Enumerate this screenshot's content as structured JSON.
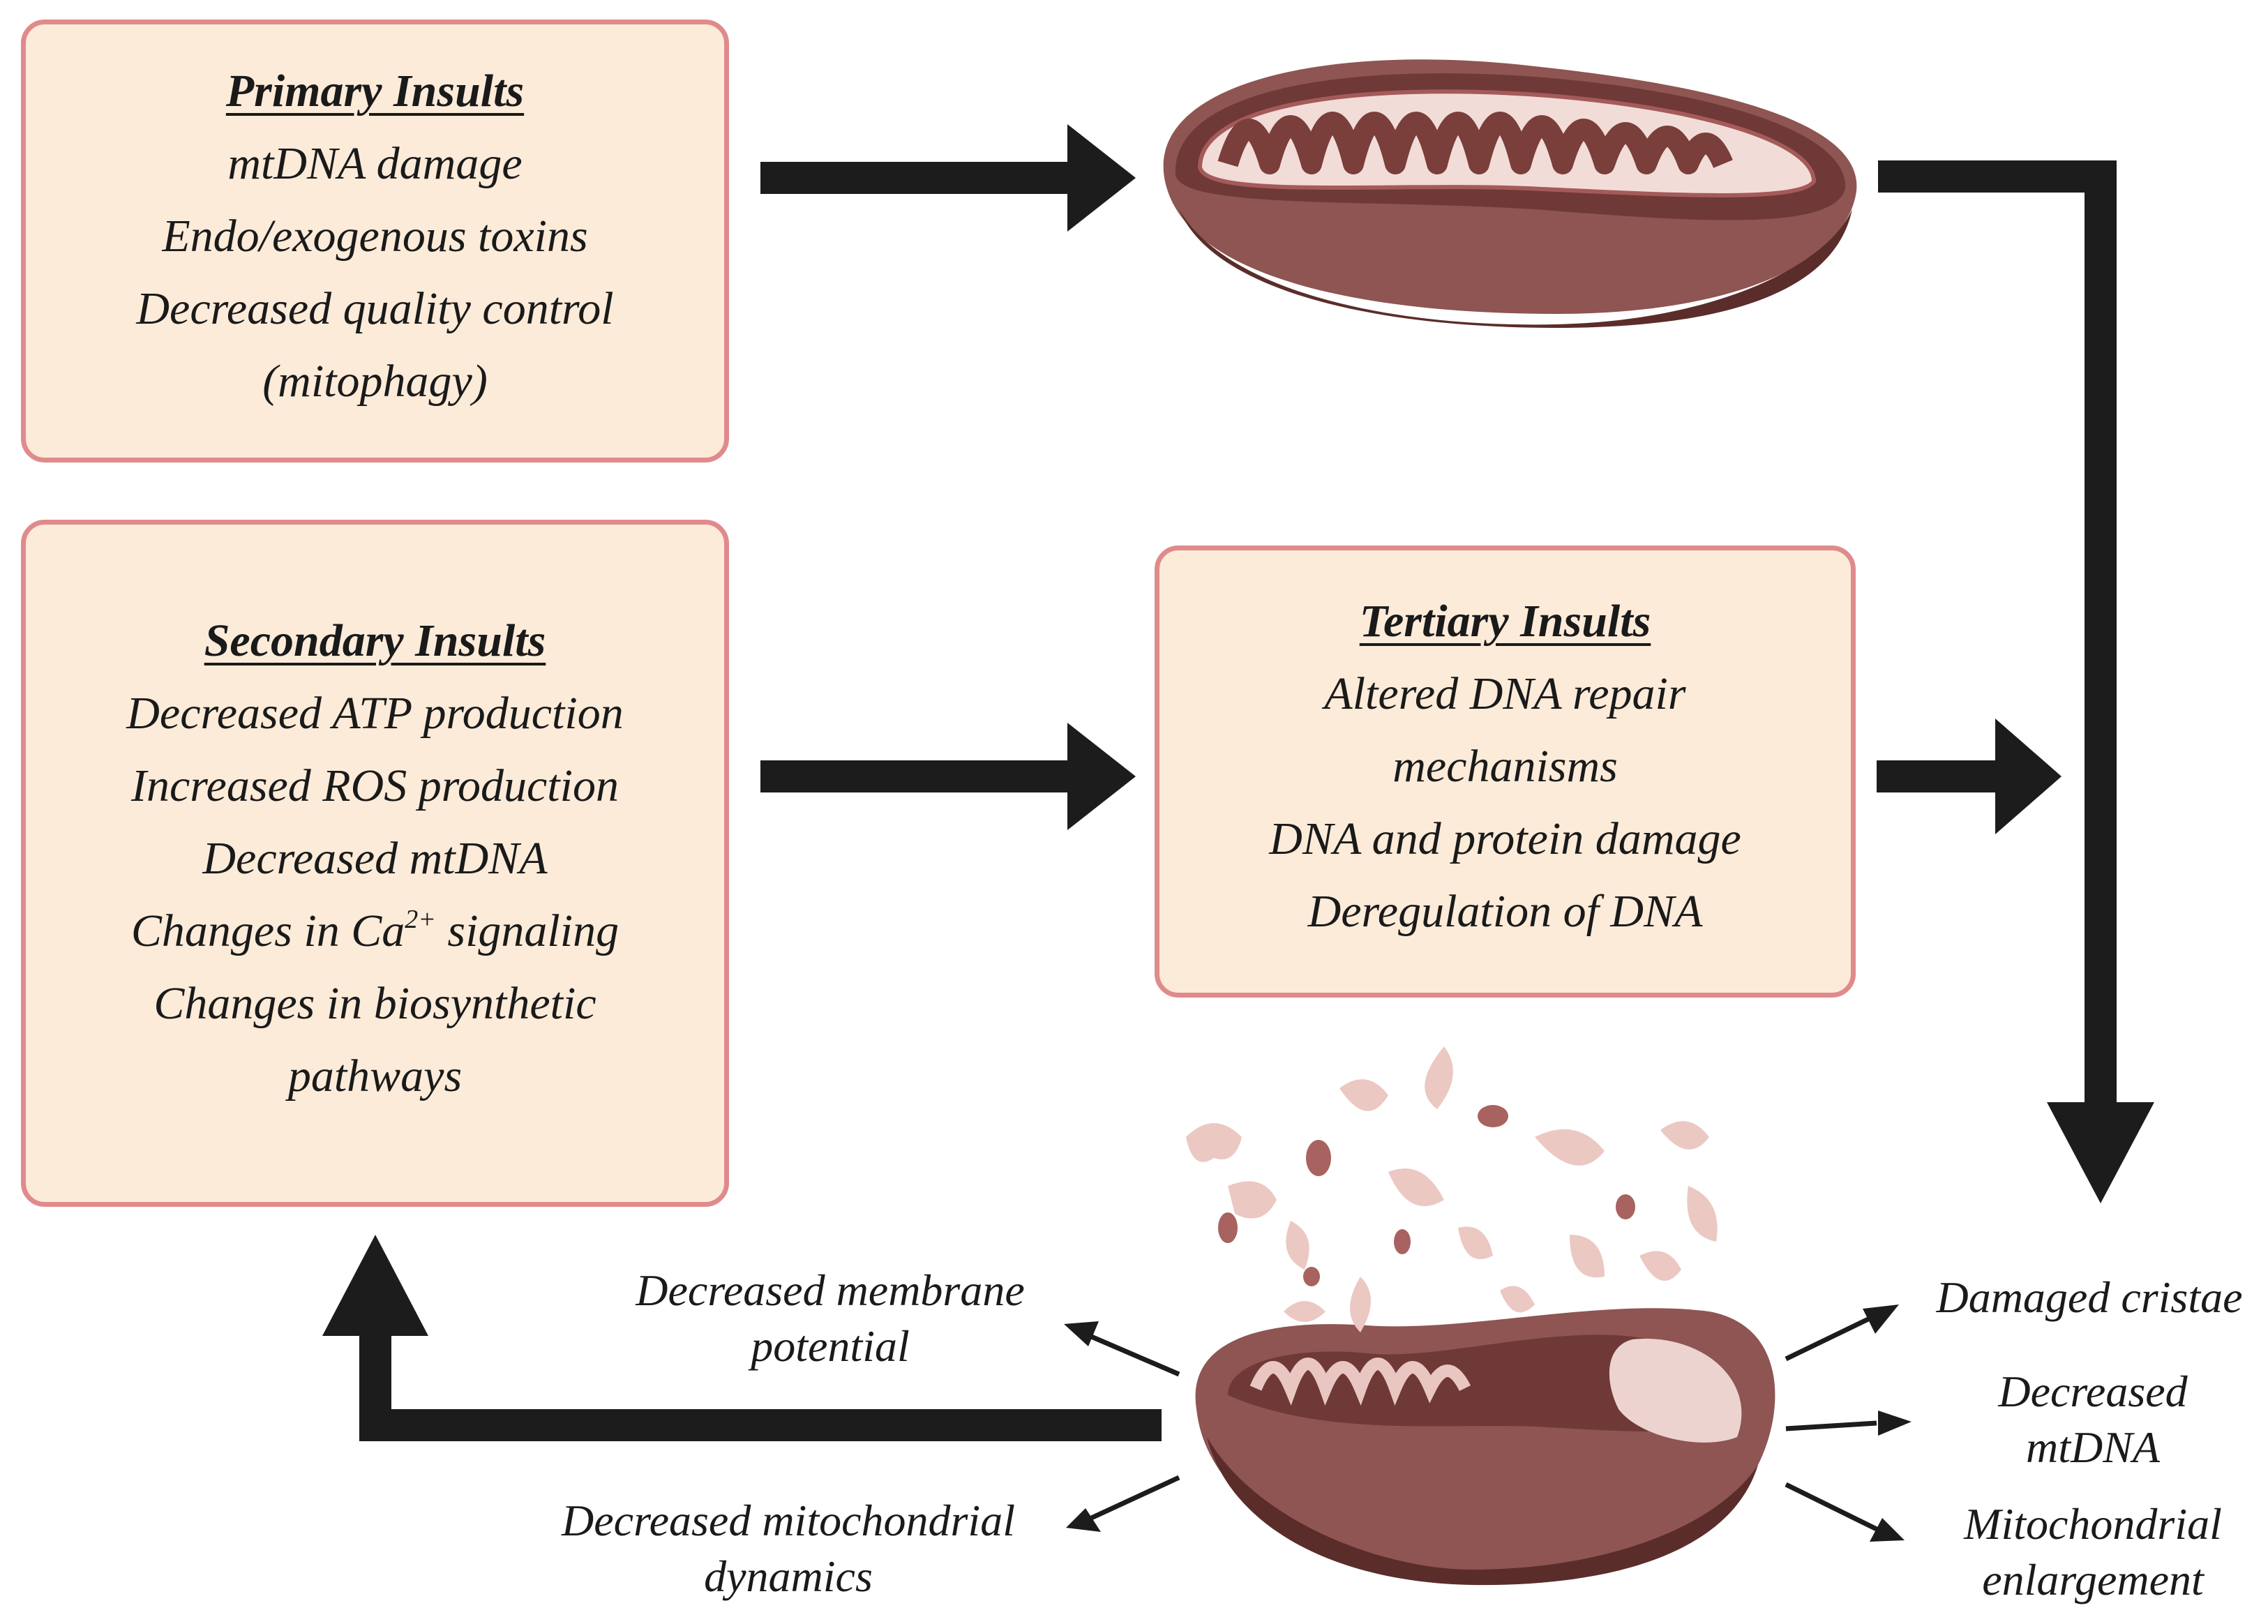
{
  "primary": {
    "title": "Primary Insults",
    "lines": [
      "mtDNA damage",
      "Endo/exogenous toxins",
      "Decreased quality control",
      "(mitophagy)"
    ]
  },
  "secondary": {
    "title": "Secondary Insults",
    "lines": [
      "Decreased ATP production",
      "Increased ROS production",
      "Decreased mtDNA"
    ],
    "ca_prefix": "Changes in Ca",
    "ca_sup": "2+",
    "ca_suffix": " signaling",
    "lines2": [
      "Changes in biosynthetic",
      "pathways"
    ]
  },
  "tertiary": {
    "title": "Tertiary Insults",
    "lines": [
      "Altered DNA repair",
      "mechanisms",
      "DNA and protein damage",
      "Deregulation of DNA"
    ]
  },
  "effects_left": {
    "membrane": [
      "Decreased membrane",
      "potential"
    ],
    "dynamics": [
      "Decreased mitochondrial",
      "dynamics"
    ]
  },
  "effects_right": {
    "cristae": [
      "Damaged cristae"
    ],
    "mtdna": [
      "Decreased",
      "mtDNA"
    ],
    "enlargement": [
      "Mitochondrial",
      "enlargement"
    ]
  },
  "colors": {
    "box_fill": "#fcebd9",
    "box_border": "#e08a8c",
    "arrow": "#1c1c1c",
    "mito_outer": "#8e5552",
    "mito_inner": "#6e3936",
    "mito_light": "#e9c6c2"
  }
}
